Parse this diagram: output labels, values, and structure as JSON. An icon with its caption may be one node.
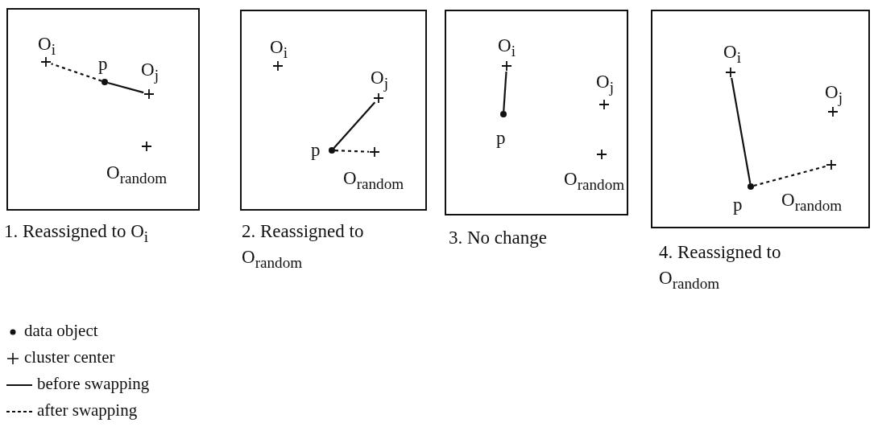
{
  "diagram": {
    "nodes": [
      {
        "text": [],
        "shape": "box",
        "beside": [
          "1. Reassigned to O$_{i}$"
        ]
      },
      {
        "text": [
          "O$_{i}$"
        ],
        "in": 0
      },
      {
        "text": [
          "p"
        ],
        "in": 0
      },
      {
        "text": [
          "O$_{j}$"
        ],
        "in": 0
      },
      {
        "text": [
          "O$_{random}$"
        ],
        "in": 0
      },
      {
        "text": [],
        "shape": "box",
        "beside": [
          "2. Reassigned to O$_{random}$"
        ]
      },
      {
        "text": [
          "O$_{i}$"
        ],
        "in": 5
      },
      {
        "text": [
          "O$_{j}$"
        ],
        "in": 5
      },
      {
        "text": [
          "p"
        ],
        "in": 5
      },
      {
        "text": [
          "O$_{random}$"
        ],
        "in": 5
      },
      {
        "text": [],
        "shape": "box",
        "beside": [
          "3. No change"
        ]
      },
      {
        "text": [
          "O$_{i}$"
        ],
        "in": 10
      },
      {
        "text": [
          "O$_{j}$"
        ],
        "in": 10
      },
      {
        "text": [
          "p"
        ],
        "in": 10
      },
      {
        "text": [
          "O$_{random}$"
        ],
        "in": 10
      },
      {
        "text": [],
        "shape": "box",
        "beside": [
          "4. Reassigned to O$_{random}$"
        ]
      },
      {
        "text": [
          "O$_{i}$"
        ],
        "in": 15
      },
      {
        "text": [
          "O$_{j}$"
        ],
        "in": 15
      },
      {
        "text": [
          "p"
        ],
        "in": 15
      },
      {
        "text": [
          "O$_{random}$"
        ],
        "in": 15
      }
    ],
    "edges": [
      {
        "from": 2,
        "to": 1,
        "arrow": "none",
        "style": "dashed"
      },
      {
        "from": 2,
        "to": 3,
        "arrow": "none"
      },
      {
        "from": 8,
        "to": 7,
        "arrow": "none"
      },
      {
        "from": 8,
        "to": 9,
        "arrow": "none",
        "style": "dashed"
      },
      {
        "from": 13,
        "to": 11,
        "arrow": "none"
      },
      {
        "from": 18,
        "to": 16,
        "arrow": "none"
      },
      {
        "from": 18,
        "to": 19,
        "arrow": "none",
        "style": "dashed"
      }
    ],
    "legend": [
      {
        "text": "data object"
      },
      {
        "text": "cluster center"
      },
      {
        "text": "before swapping"
      },
      {
        "text": "after swapping"
      }
    ]
  }
}
